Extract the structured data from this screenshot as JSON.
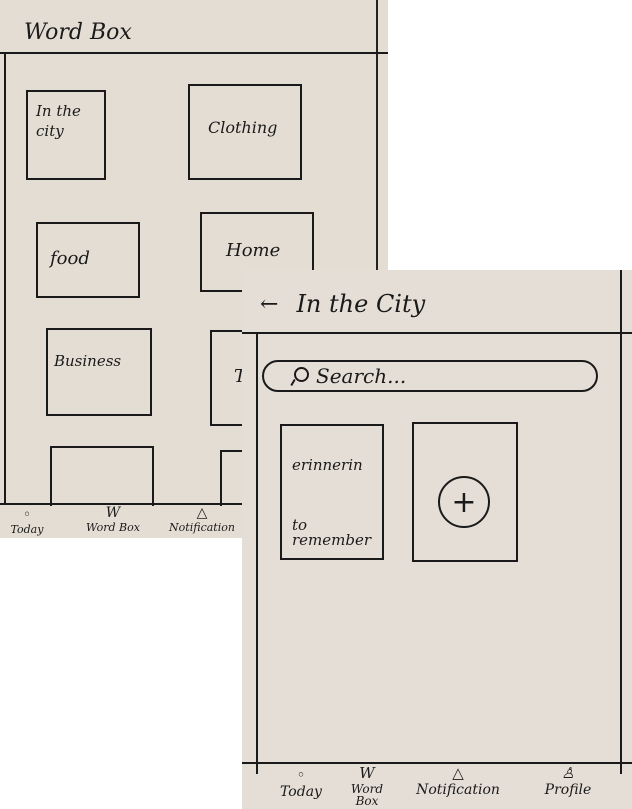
{
  "word_box_screen": {
    "title": "Word Box",
    "categories": [
      {
        "label": "In the city"
      },
      {
        "label": "Clothing"
      },
      {
        "label": "food"
      },
      {
        "label": "Home"
      },
      {
        "label": "Business"
      },
      {
        "label": "T"
      }
    ],
    "nav": [
      {
        "label": "Today",
        "icon": "circle-icon"
      },
      {
        "label": "Word Box",
        "icon": "w-icon"
      },
      {
        "label": "Notification",
        "icon": "triangle-icon"
      }
    ]
  },
  "city_screen": {
    "title": "In the City",
    "back_icon": "arrow-left-icon",
    "search": {
      "placeholder": "Search..."
    },
    "cards": [
      {
        "word": "erinnerin",
        "translation": "to remember"
      }
    ],
    "add_card_icon": "plus-circle-icon",
    "nav": [
      {
        "label": "Today",
        "icon": "circle-icon"
      },
      {
        "label": "Word Box",
        "icon": "w-icon"
      },
      {
        "label": "Notification",
        "icon": "triangle-icon"
      },
      {
        "label": "Profile",
        "icon": "person-icon"
      }
    ]
  }
}
